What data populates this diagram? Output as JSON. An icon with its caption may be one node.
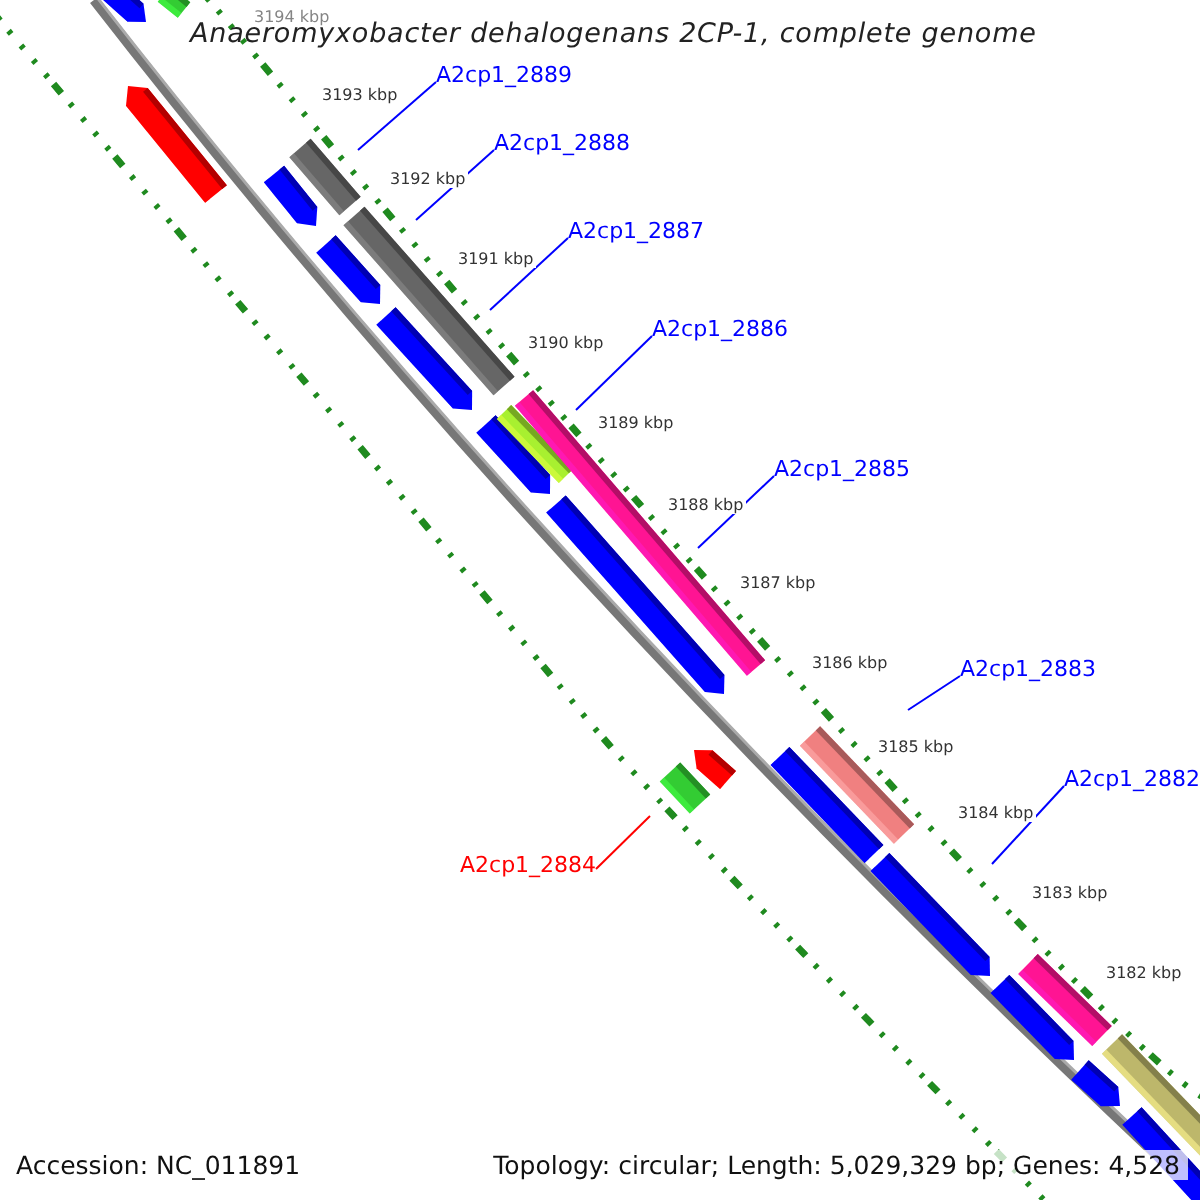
{
  "diagram": {
    "title": "Anaeromyxobacter dehalogenans 2CP-1, complete genome",
    "nodes": [
      {
        "text": [
          "A2cp1_2889"
        ]
      },
      {
        "text": [
          "A2cp1_2888"
        ]
      },
      {
        "text": [
          "A2cp1_2887"
        ]
      },
      {
        "text": [
          "A2cp1_2886"
        ]
      },
      {
        "text": [
          "A2cp1_2885"
        ]
      },
      {
        "text": [
          "A2cp1_2883"
        ]
      },
      {
        "text": [
          "A2cp1_2882"
        ]
      },
      {
        "text": [
          "A2cp1_2884"
        ]
      }
    ],
    "edges": [
      {
        "from": 0,
        "to": null,
        "arrow": "none"
      },
      {
        "from": 1,
        "to": null,
        "arrow": "none"
      },
      {
        "from": 2,
        "to": null,
        "arrow": "none"
      },
      {
        "from": 3,
        "to": null,
        "arrow": "none"
      },
      {
        "from": 4,
        "to": null,
        "arrow": "none"
      },
      {
        "from": 5,
        "to": null,
        "arrow": "none"
      },
      {
        "from": 6,
        "to": null,
        "arrow": "none"
      },
      {
        "from": 7,
        "to": null,
        "arrow": "none",
        "color": "#ff0000"
      }
    ],
    "labels": [
      "3194 kbp",
      "3193 kbp",
      "3192 kbp",
      "3191 kbp",
      "3190 kbp",
      "3189 kbp",
      "3188 kbp",
      "3187 kbp",
      "3186 kbp",
      "3185 kbp",
      "3184 kbp",
      "3183 kbp",
      "3182 kbp",
      "Accession: NC_011891",
      "Topology: circular; Length: 5,029,329 bp; Genes: 4,528"
    ]
  }
}
